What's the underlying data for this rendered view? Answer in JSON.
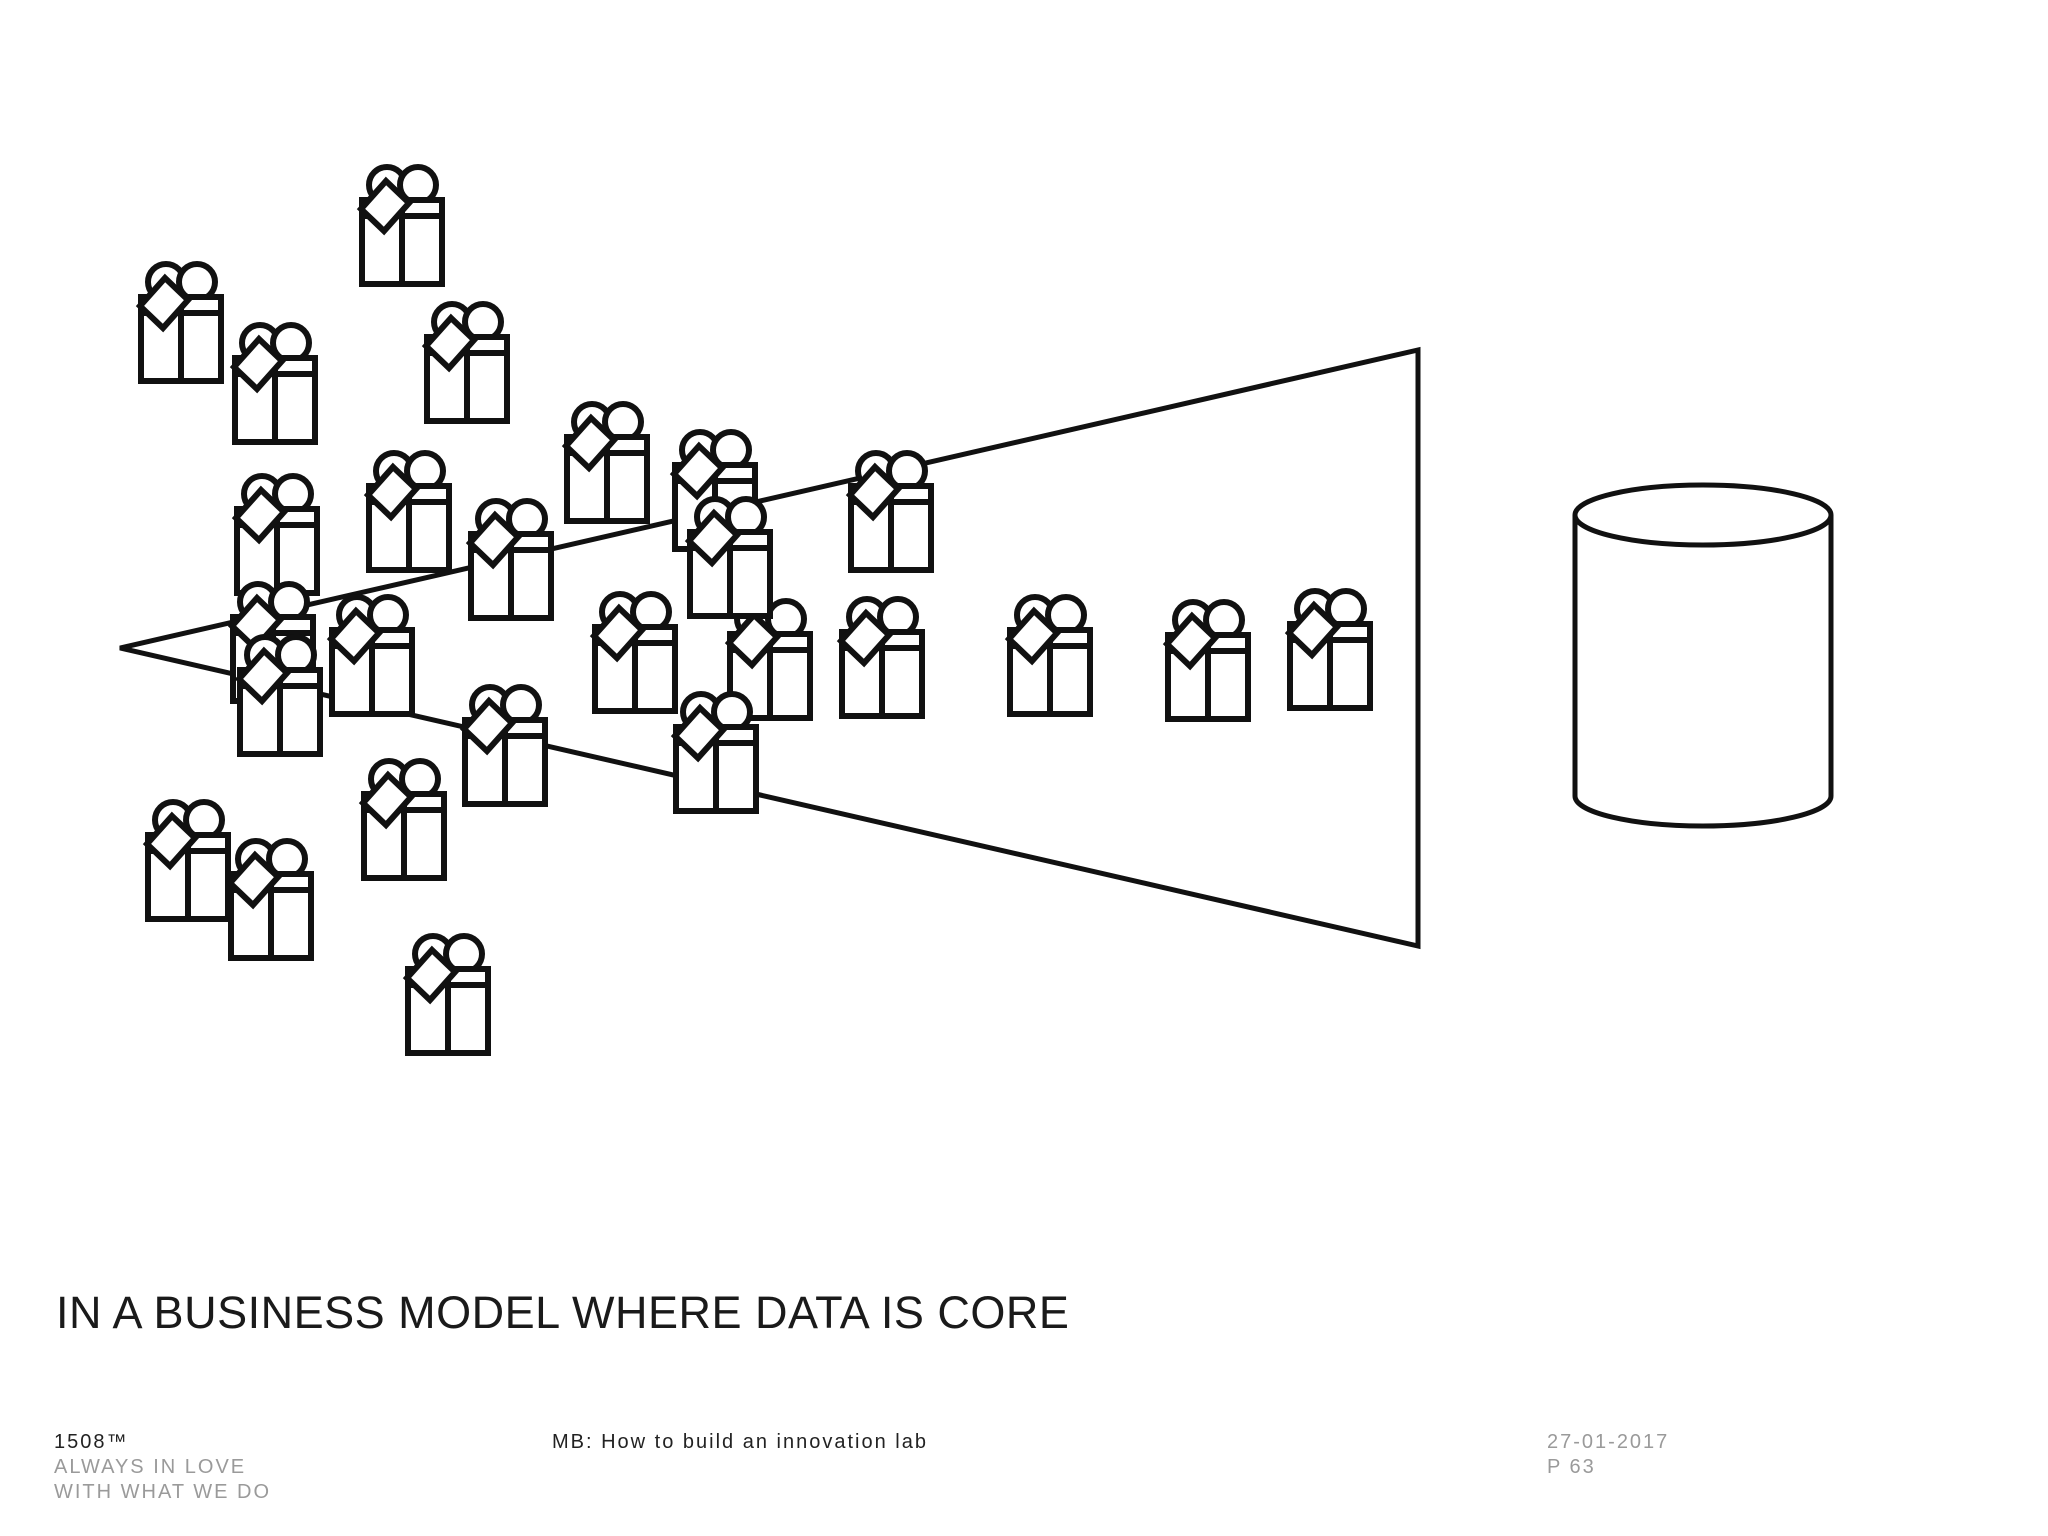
{
  "slide": {
    "title": "IN A BUSINESS MODEL WHERE DATA IS CORE"
  },
  "footer": {
    "brand": "1508™",
    "tagline_1": "ALWAYS IN  LOVE",
    "tagline_2": "WITH WHAT WE DO",
    "presentation": "MB: How to build an innovation lab",
    "date": "27-01-2017",
    "page": "P 63"
  },
  "diagram": {
    "icon": "gift-icon",
    "funnel": "funnel-shape",
    "store": "database-cylinder-icon"
  },
  "colors": {
    "stroke": "#111111",
    "background": "#ffffff",
    "footer_muted": "#9a9a9a"
  }
}
